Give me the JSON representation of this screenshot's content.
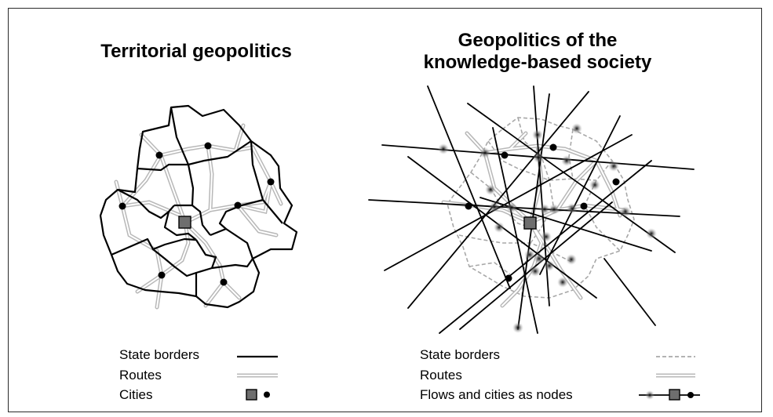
{
  "left_panel": {
    "title": "Territorial geopolitics",
    "legend": {
      "state_borders": "State borders",
      "routes": "Routes",
      "cities": "Cities"
    }
  },
  "right_panel": {
    "title_line1": "Geopolitics of the",
    "title_line2": "knowledge-based society",
    "legend": {
      "state_borders": "State borders",
      "routes": "Routes",
      "flows": "Flows and cities as nodes"
    }
  },
  "colors": {
    "border_line": "#000000",
    "route": "#b8b8b8",
    "dashed_border": "#9a9a9a",
    "capital_square": "#6e6e6e",
    "city_dot": "#000000",
    "node_glow": "#8a8a8a"
  }
}
